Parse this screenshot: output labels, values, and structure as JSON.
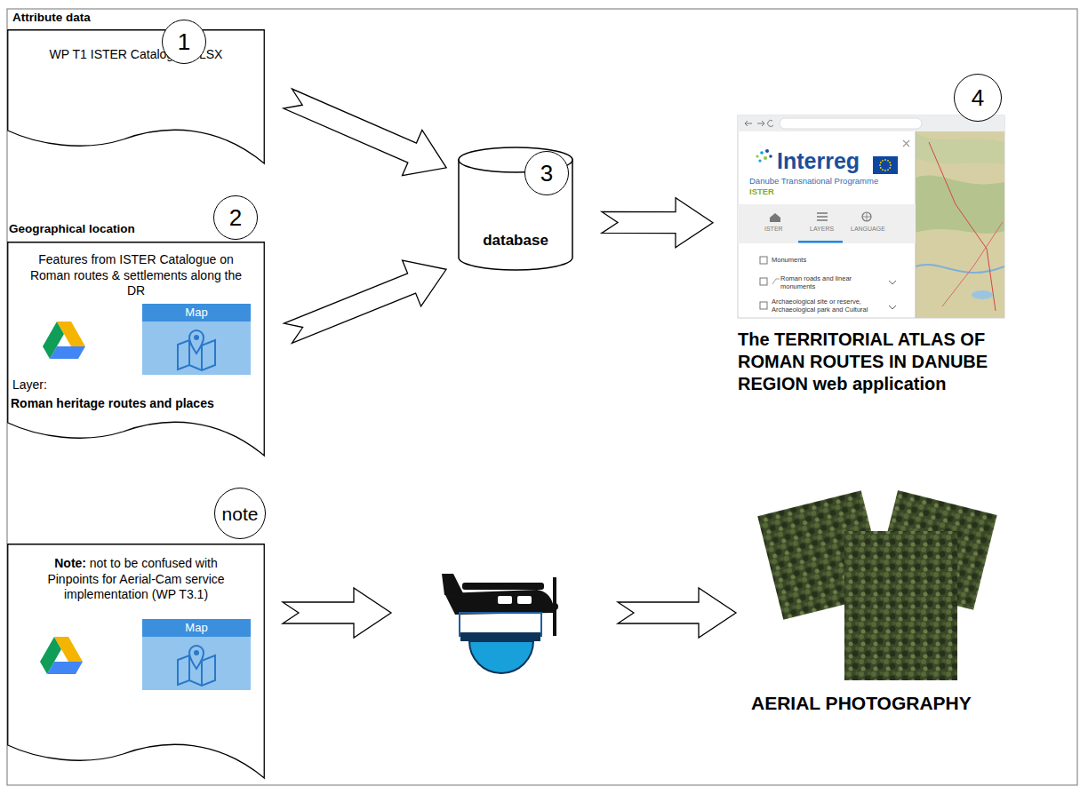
{
  "diagram": {
    "nodes": [
      {
        "text": [
          "Attribute data",
          "WP T1 ISTER Catalogue XLSX"
        ]
      },
      {
        "text": [
          "1"
        ]
      },
      {
        "text": [
          "Geographical location",
          "Features from ISTER Catalogue on Roman routes & settlements along the DR",
          "Layer:",
          "Roman heritage routes and places"
        ]
      },
      {
        "text": [
          "Map"
        ],
        "in": 2
      },
      {
        "text": [
          "2"
        ]
      },
      {
        "text": [
          "database"
        ]
      },
      {
        "text": [
          "3"
        ]
      },
      {
        "text": [
          "The TERRITORIAL ATLAS OF ROMAN ROUTES IN DANUBE REGION web application"
        ]
      },
      {
        "text": [
          "4"
        ]
      },
      {
        "text": [
          "Note:",
          "not to be confused with Pinpoints for Aerial-Cam service implementation (WP T3.1)"
        ]
      },
      {
        "text": [
          "Map"
        ],
        "in": 9
      },
      {
        "text": [
          "note"
        ]
      },
      {
        "text": [
          "AERIAL PHOTOGRAPHY"
        ]
      }
    ],
    "edges": [
      {
        "from": 0,
        "to": 5,
        "arrow": "to"
      },
      {
        "from": 2,
        "to": 5,
        "arrow": "to"
      },
      {
        "from": 5,
        "to": 7,
        "arrow": "to"
      }
    ],
    "labels": [
      "Interreg",
      "Danube Transnational Programme",
      "ISTER",
      "ISTER",
      "LAYERS",
      "LANGUAGE",
      "Monuments",
      "Roman roads and linear monuments",
      "Archaeological site or reserve, Archaeological park and Cultural"
    ]
  }
}
